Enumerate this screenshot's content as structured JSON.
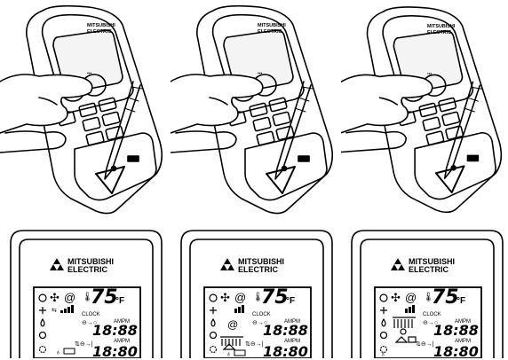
{
  "brand": {
    "name_line1": "MITSUBISHI",
    "name_line2": "ELECTRIC",
    "remote_line1": "MITSUBISHI",
    "remote_line2": "ELECTRIC"
  },
  "display": {
    "temperature": "75",
    "unit": "°F",
    "clock_label": "CLOCK",
    "ampm": "AMPM",
    "time_main": "18:88",
    "time_timer": "18:80",
    "btn_dots": "▪▪▪"
  },
  "steps": [
    {
      "id": "step-1"
    },
    {
      "id": "step-2"
    },
    {
      "id": "step-3"
    }
  ],
  "colors": {
    "ink": "#000000",
    "paper": "#ffffff",
    "lcd": "#ffffff"
  }
}
